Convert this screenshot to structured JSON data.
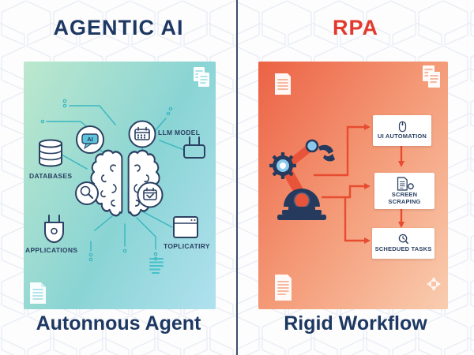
{
  "left": {
    "title": "AGENTIC AI",
    "caption": "Autonnous Agent",
    "ai_bubble": "AI",
    "labels": {
      "databases": "DATABASES",
      "llm_model": "LLM MODEL",
      "applications": "APPLICATIONS",
      "toplicatiry": "TOPLICATIRY"
    }
  },
  "right": {
    "title": "RPA",
    "caption": "Rigid Workflow",
    "flow_boxes": [
      {
        "label": "UI AUTOMATION",
        "icon": "mouse-icon"
      },
      {
        "label": "SCREEN SCRAPING",
        "icon": "document-gear-icon"
      },
      {
        "label": "SCHEDUED TASKS",
        "icon": "clock-search-icon"
      }
    ]
  },
  "colors": {
    "title_navy": "#1d3862",
    "rpa_red": "#e23b2e",
    "divider_navy": "#3c4e69",
    "left_grad_a": "#bce8cd",
    "left_grad_b": "#8ad4d4",
    "left_grad_c": "#b0e1ef",
    "right_grad_a": "#ec6245",
    "right_grad_b": "#f49a77",
    "right_grad_c": "#f9cdb0",
    "circuit_teal": "#38b6c0",
    "icon_navy": "#2b4163",
    "arrow_red": "#e74c30",
    "robot_navy": "#253a5d",
    "robot_red": "#e8543a",
    "robot_blue": "#8bc8ec",
    "box_bg": "#ffffff",
    "hex_line": "#e9edf4"
  }
}
